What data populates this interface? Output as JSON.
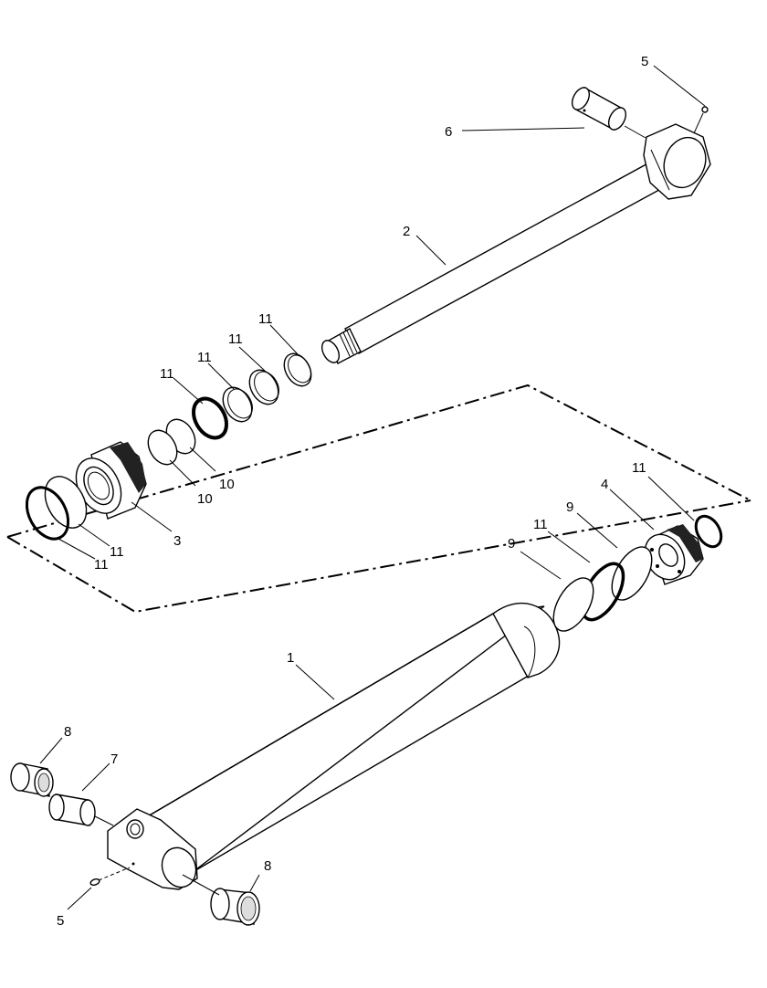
{
  "callouts": [
    {
      "id": "c-5-top",
      "text": "5"
    },
    {
      "id": "c-6",
      "text": "6"
    },
    {
      "id": "c-2",
      "text": "2"
    },
    {
      "id": "c-11-a",
      "text": "11"
    },
    {
      "id": "c-11-b",
      "text": "11"
    },
    {
      "id": "c-11-c",
      "text": "11"
    },
    {
      "id": "c-11-d",
      "text": "11"
    },
    {
      "id": "c-10-a",
      "text": "10"
    },
    {
      "id": "c-10-b",
      "text": "10"
    },
    {
      "id": "c-3",
      "text": "3"
    },
    {
      "id": "c-11-e",
      "text": "11"
    },
    {
      "id": "c-11-f",
      "text": "11"
    },
    {
      "id": "c-11-g",
      "text": "11"
    },
    {
      "id": "c-4",
      "text": "4"
    },
    {
      "id": "c-9-a",
      "text": "9"
    },
    {
      "id": "c-11-h",
      "text": "11"
    },
    {
      "id": "c-9-b",
      "text": "9"
    },
    {
      "id": "c-1",
      "text": "1"
    },
    {
      "id": "c-8-a",
      "text": "8"
    },
    {
      "id": "c-7",
      "text": "7"
    },
    {
      "id": "c-8-b",
      "text": "8"
    },
    {
      "id": "c-5-bottom",
      "text": "5"
    }
  ]
}
